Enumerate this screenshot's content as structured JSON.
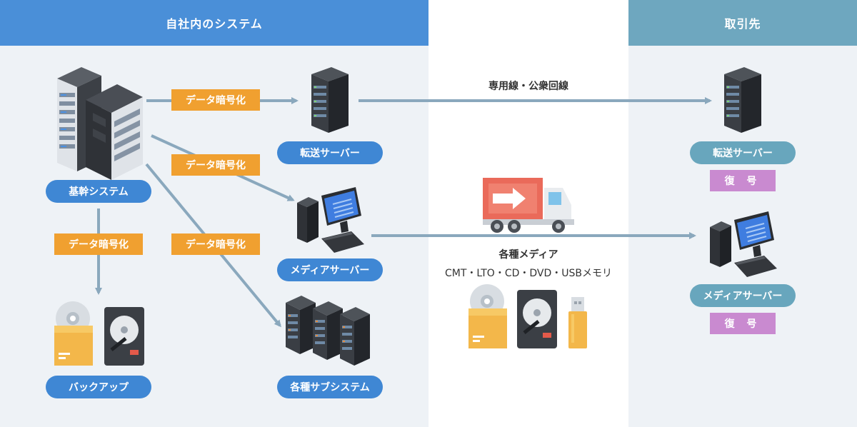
{
  "headers": {
    "internal": "自社内のシステム",
    "partner": "取引先"
  },
  "nodes": {
    "core_system": "基幹システム",
    "transfer_server": "転送サーバー",
    "media_server": "メディアサーバー",
    "subsystems": "各種サブシステム",
    "backup": "バックアップ",
    "partner_transfer_server": "転送サーバー",
    "partner_media_server": "メディアサーバー"
  },
  "encrypt_tags": [
    "データ暗号化",
    "データ暗号化",
    "データ暗号化",
    "データ暗号化"
  ],
  "decode_label": "復 号",
  "line_label": "専用線・公衆回線",
  "media": {
    "title": "各種メディア",
    "list": "CMT・LTO・CD・DVD・USBメモリ"
  },
  "colors": {
    "internal_header": "#4a8fd8",
    "partner_header": "#6ea7bf",
    "encrypt": "#f0a030",
    "decode": "#c98ad0",
    "arrow": "#8aa8bd"
  },
  "icons": [
    "server-rack-icon",
    "server-tower-icon",
    "desktop-pc-icon",
    "truck-icon",
    "cd-box-icon",
    "hard-disk-icon",
    "usb-memory-icon"
  ]
}
